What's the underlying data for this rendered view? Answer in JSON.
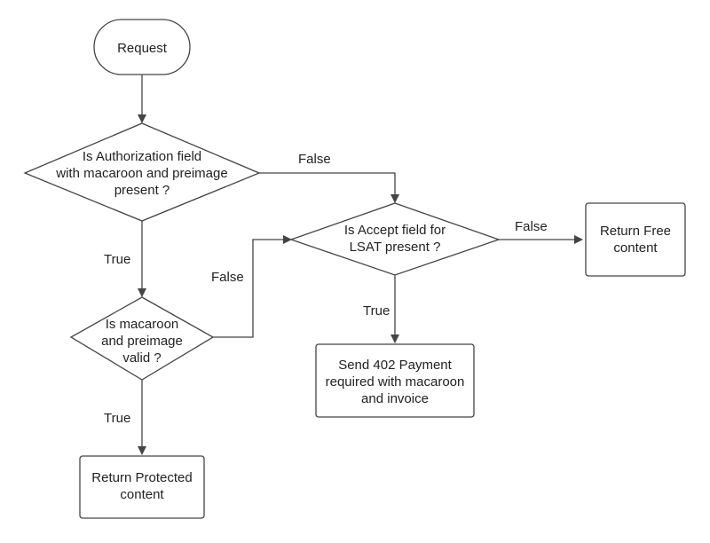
{
  "nodes": {
    "start": {
      "label": "Request"
    },
    "auth_check": {
      "lines": [
        "Is Authorization field",
        "with macaroon and preimage",
        "present ?"
      ]
    },
    "accept_check": {
      "lines": [
        "Is Accept field for",
        "LSAT present ?"
      ]
    },
    "valid_check": {
      "lines": [
        "Is macaroon",
        "and preimage",
        "valid ?"
      ]
    },
    "free": {
      "lines": [
        "Return Free",
        "content"
      ]
    },
    "payment": {
      "lines": [
        "Send 402 Payment",
        "required with macaroon",
        "and invoice"
      ]
    },
    "protected": {
      "lines": [
        "Return Protected",
        "content"
      ]
    }
  },
  "edges": {
    "auth_false": "False",
    "auth_true": "True",
    "valid_false": "False",
    "valid_true": "True",
    "accept_false": "False",
    "accept_true": "True"
  },
  "colors": {
    "stroke": "#444444",
    "text": "#222222",
    "fill": "#ffffff"
  }
}
